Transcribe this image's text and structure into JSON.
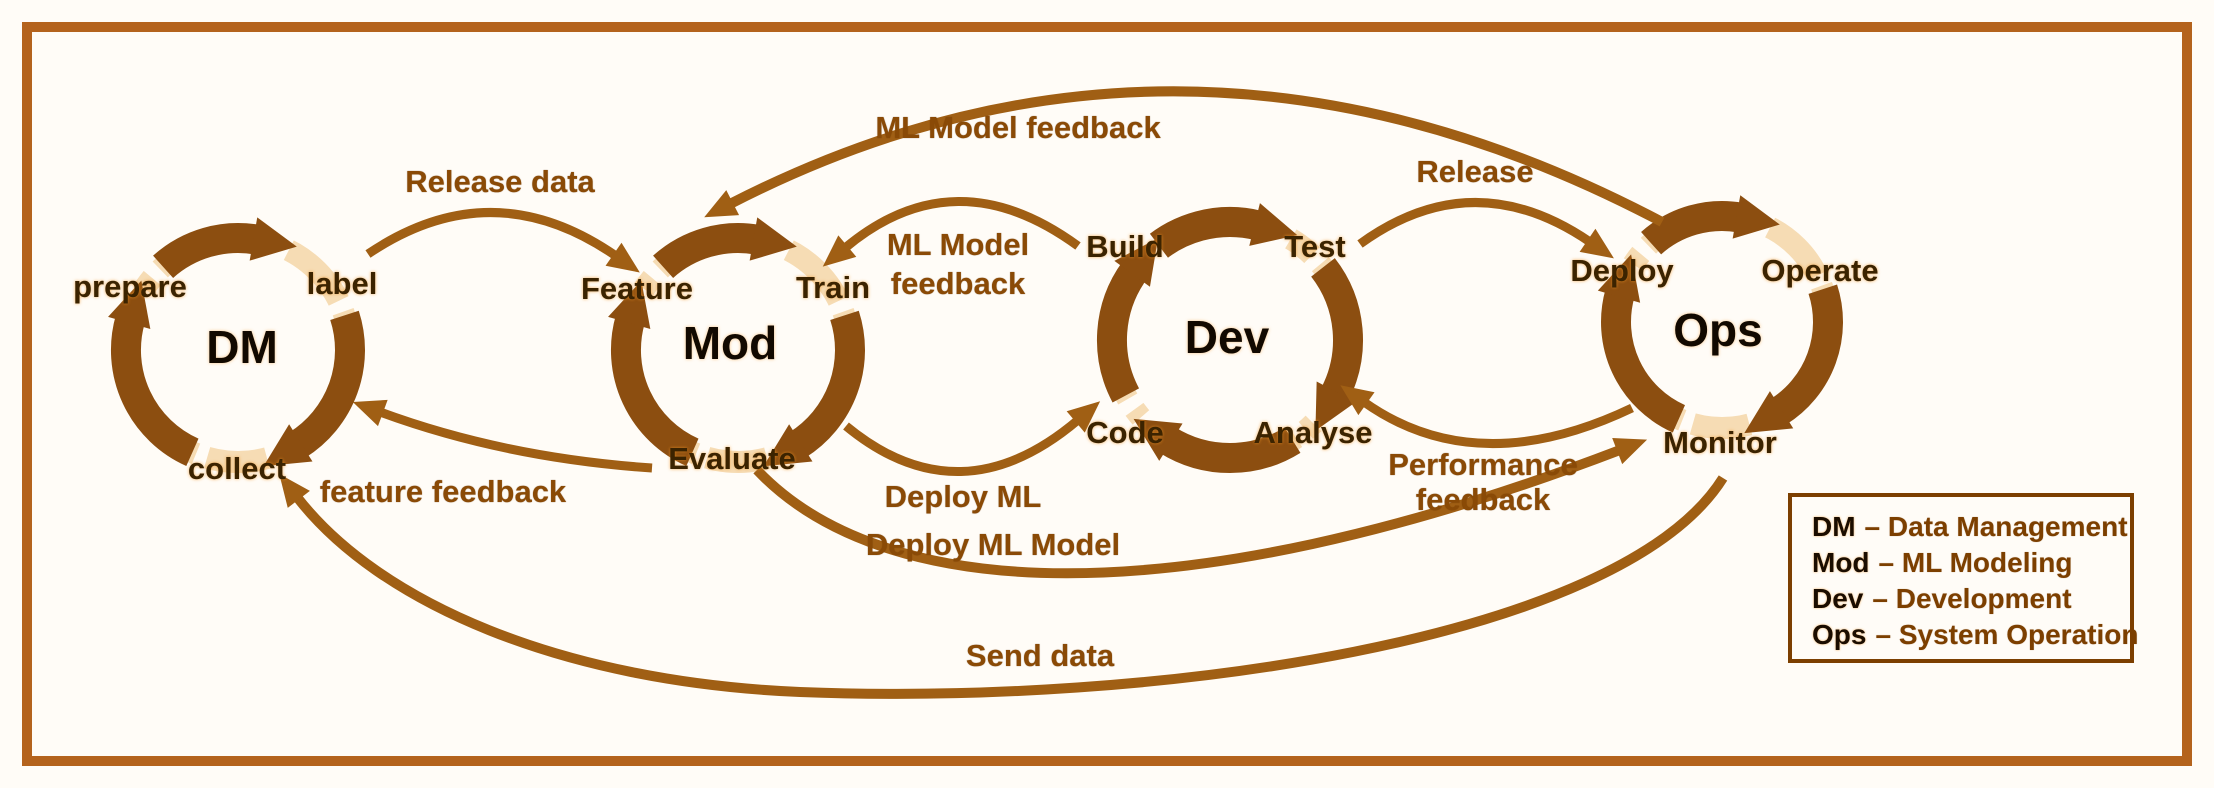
{
  "cycles": [
    {
      "abbr": "DM",
      "steps": {
        "left": "prepare",
        "right": "label",
        "bottom": "collect"
      }
    },
    {
      "abbr": "Mod",
      "steps": {
        "left": "Feature",
        "right": "Train",
        "bottom": "Evaluate"
      }
    },
    {
      "abbr": "Dev",
      "steps": {
        "top_left": "Build",
        "top_right": "Test",
        "bottom_left": "Code",
        "bottom_right": "Analyse"
      }
    },
    {
      "abbr": "Ops",
      "steps": {
        "left": "Deploy",
        "right": "Operate",
        "bottom": "Monitor"
      }
    }
  ],
  "edges": {
    "release_data": "Release data",
    "feature_feedback": "feature feedback",
    "ml_model_feedback_mid_line1": "ML Model",
    "ml_model_feedback_mid_line2": "feedback",
    "deploy_ml": "Deploy ML",
    "release": "Release",
    "performance_feedback_line1": "Performance",
    "performance_feedback_line2": "feedback",
    "ml_model_feedback_top": "ML Model feedback",
    "deploy_ml_model": "Deploy ML Model",
    "send_data": "Send data"
  },
  "legend": {
    "items": [
      {
        "abbr": "DM",
        "rest": "– Data Management"
      },
      {
        "abbr": "Mod",
        "rest": "– ML Modeling"
      },
      {
        "abbr": "Dev",
        "rest": "– Development"
      },
      {
        "abbr": "Ops",
        "rest": "– System Operation"
      }
    ]
  },
  "colors": {
    "background": "#fffcf7",
    "border": "#b4631d",
    "ring_light": "#f6dcb4",
    "ring_dark": "#8c4e10",
    "connector": "#a05f14",
    "arc_label": "#8a4a06",
    "node_label": "#3b2300"
  }
}
